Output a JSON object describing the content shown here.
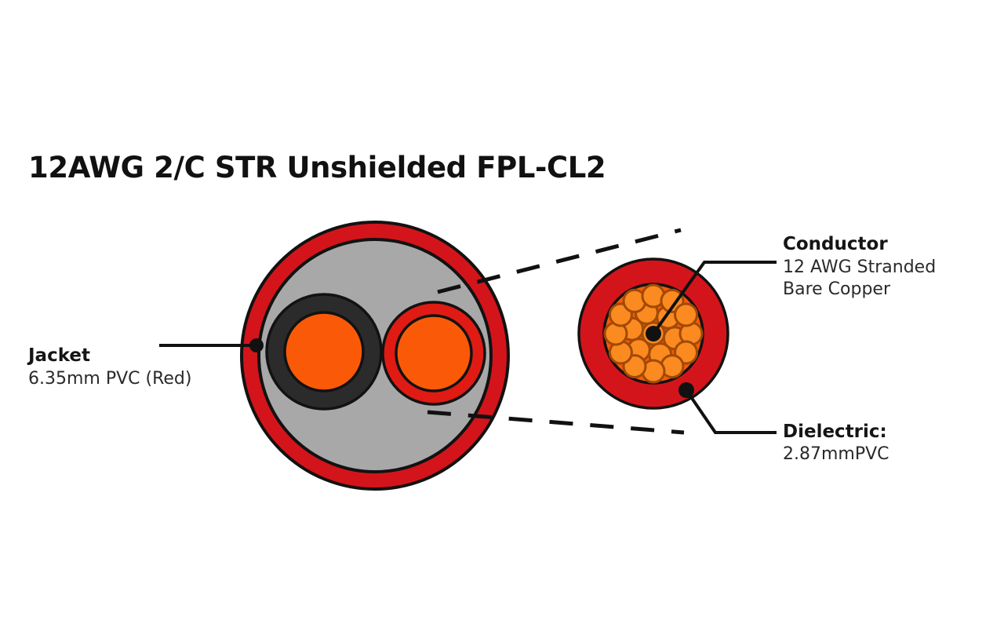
{
  "title": "12AWG 2/C STR Unshielded FPL-CL2",
  "colors": {
    "jacket_red": "#d4141b",
    "insulation_red": "#e01b14",
    "filler_gray": "#a8a8a8",
    "insulation_black": "#2b2b2b",
    "copper_orange": "#fa5a08",
    "strand_orange": "#fb8a20",
    "strand_outline": "#a04a06",
    "outline_black": "#121212",
    "text_black": "#151515",
    "background": "#ffffff"
  },
  "callouts": {
    "jacket": {
      "heading": "Jacket",
      "detail": "6.35mm PVC (Red)"
    },
    "conductor": {
      "heading": "Conductor",
      "detail_line1": "12 AWG Stranded",
      "detail_line2": "Bare Copper"
    },
    "dielectric": {
      "heading": "Dielectric:",
      "detail": "2.87mmPVC"
    }
  },
  "chart_data": {
    "type": "diagram",
    "subtype": "cable-cross-section",
    "title": "12AWG 2/C STR Unshielded FPL-CL2",
    "views": [
      {
        "name": "main-cross-section",
        "center": [
          478,
          453
        ],
        "layers": [
          {
            "name": "jacket",
            "shape": "circle",
            "radius": 170,
            "fill": "#d4141b",
            "label": "Jacket 6.35mm PVC (Red)"
          },
          {
            "name": "filler",
            "shape": "circle",
            "radius": 148,
            "fill": "#a8a8a8",
            "label": "Filler"
          }
        ],
        "conductors": [
          {
            "name": "conductor-black",
            "center": [
              413,
              448
            ],
            "insulation_radius": 73,
            "insulation_fill": "#2b2b2b",
            "core_radius": 50,
            "core_fill": "#fa5a08"
          },
          {
            "name": "conductor-red",
            "center": [
              553,
              450
            ],
            "insulation_radius": 65,
            "insulation_fill": "#e01b14",
            "core_radius": 48,
            "core_fill": "#fa5a08"
          }
        ]
      },
      {
        "name": "detail-magnified-conductor",
        "center": [
          833,
          425
        ],
        "layers": [
          {
            "name": "dielectric",
            "shape": "circle",
            "radius": 95,
            "fill": "#d4141b",
            "label": "Dielectric: 2.87mmPVC"
          },
          {
            "name": "copper-bundle",
            "shape": "circle",
            "radius": 63,
            "fill": "#fa5a08",
            "label": "Conductor 12 AWG Stranded Bare Copper"
          }
        ],
        "strand_count": 19,
        "strand_radius": 14,
        "strand_fill": "#fb8a20",
        "strand_outline": "#a04a06",
        "strand_rings": [
          {
            "ring": 0,
            "count": 1,
            "distance": 0
          },
          {
            "ring": 1,
            "count": 6,
            "distance": 28,
            "angle_offset": 12
          },
          {
            "ring": 2,
            "count": 12,
            "distance": 48,
            "angle_offset": 0
          }
        ]
      }
    ],
    "leaders": [
      {
        "name": "jacket-leader",
        "from": [
          203,
          440
        ],
        "to": [
          327,
          440
        ],
        "dot_at": [
          327,
          440
        ],
        "label": "Jacket"
      },
      {
        "name": "conductor-leader",
        "from": [
          833,
          425
        ],
        "to": [
          990,
          330
        ],
        "dot_at": [
          833,
          425
        ],
        "label": "Conductor"
      },
      {
        "name": "dielectric-leader",
        "from": [
          875,
          497
        ],
        "to": [
          990,
          551
        ],
        "dot_at": [
          875,
          497
        ],
        "label": "Dielectric:"
      }
    ],
    "magnifier_links": [
      {
        "name": "upper-dashed-link",
        "from": [
          558,
          372
        ],
        "to": [
          868,
          293
        ]
      },
      {
        "name": "lower-dashed-link",
        "from": [
          545,
          525
        ],
        "to": [
          872,
          551
        ]
      }
    ]
  }
}
